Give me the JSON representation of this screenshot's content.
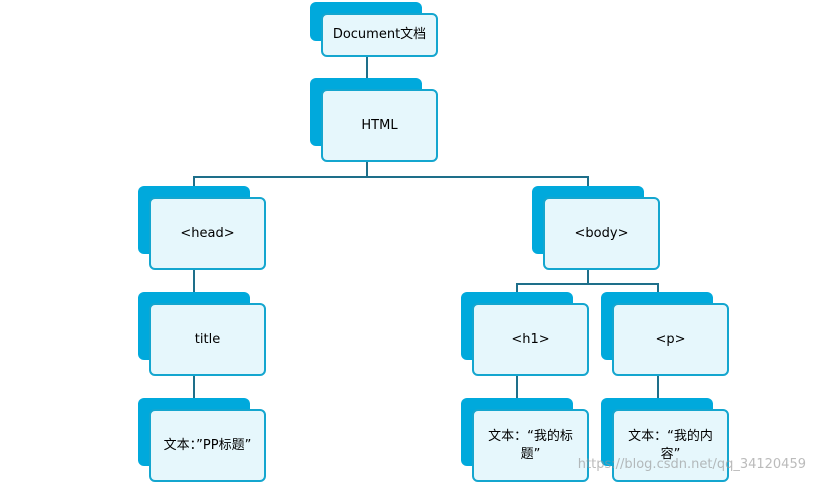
{
  "nodes": {
    "document": "Document文档",
    "html": "HTML",
    "head": "<head>",
    "body": "<body>",
    "title": "title",
    "title_text": "文本：”PP标题”",
    "h1": "<h1>",
    "p": "<p>",
    "h1_text": "文本：“我的标题”",
    "p_text": "文本：“我的内容”"
  },
  "watermark": "https://blog.csdn.net/qq_34120459",
  "colors": {
    "back_box": "#00a9dc",
    "front_box": "#e6f7fc",
    "border": "#14a6cf",
    "connector": "#1e6f8a"
  }
}
